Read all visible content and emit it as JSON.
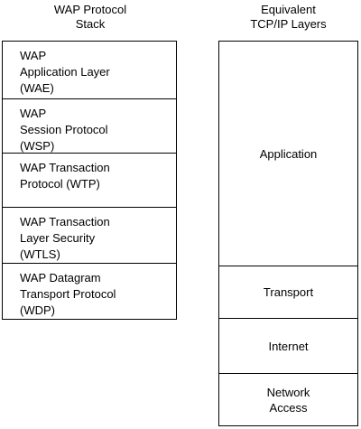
{
  "left": {
    "heading": "WAP Protocol\nStack",
    "layers": [
      "WAP\nApplication Layer\n(WAE)",
      "WAP\nSession Protocol\n(WSP)",
      "WAP Transaction\nProtocol (WTP)",
      "WAP Transaction\nLayer Security\n(WTLS)",
      "WAP Datagram\nTransport Protocol\n(WDP)"
    ]
  },
  "right": {
    "heading": "Equivalent\nTCP/IP Layers",
    "layers": [
      "Application",
      "Transport",
      "Internet",
      "Network\nAccess"
    ]
  }
}
